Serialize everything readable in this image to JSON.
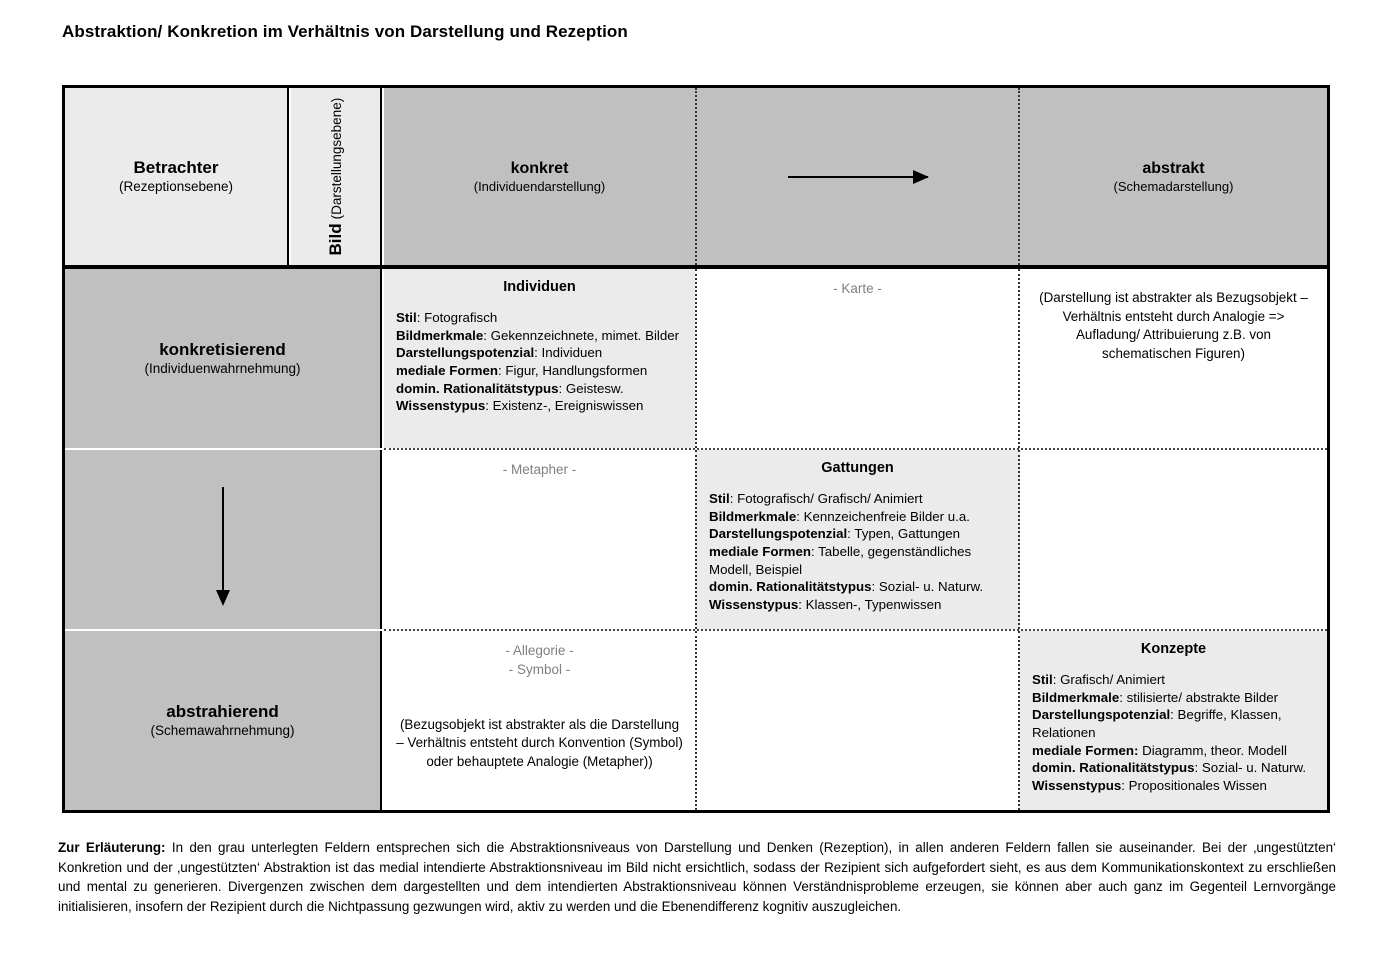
{
  "page_title": "Abstraktion/ Konkretion im Verhältnis von Darstellung und Rezeption",
  "colors": {
    "cell_gray": "#c0c0c0",
    "cell_light": "#ebebeb",
    "ghost_text": "#808080",
    "border": "#000000"
  },
  "header": {
    "betrachter": {
      "title": "Betrachter",
      "subtitle": "(Rezeptionsebene)"
    },
    "bild": {
      "title": "Bild",
      "subtitle": "(Darstellungsebene)"
    },
    "konkret": {
      "title": "konkret",
      "subtitle": "(Individuendarstellung)"
    },
    "middle_arrow": "arrow-right-icon",
    "abstrakt": {
      "title": "abstrakt",
      "subtitle": "(Schemadarstellung)"
    }
  },
  "rows": [
    {
      "label": {
        "title": "konkretisierend",
        "subtitle": "(Individuenwahrnehmung)"
      },
      "cells": {
        "konkret": {
          "title": "Individuen",
          "items": [
            {
              "key": "Stil",
              "value": "Fotografisch"
            },
            {
              "key": "Bildmerkmale",
              "value": "Gekennzeichnete, mimet. Bilder"
            },
            {
              "key": "Darstellungspotenzial",
              "value": "Individuen"
            },
            {
              "key": "mediale Formen",
              "value": "Figur, Handlungsformen"
            },
            {
              "key": "domin. Rationalitätstypus",
              "value": "Geistesw."
            },
            {
              "key": "Wissenstypus",
              "value": "Existenz-, Ereigniswissen"
            }
          ]
        },
        "middle": {
          "ghost": "- Karte -"
        },
        "abstrakt": {
          "note": "(Darstellung ist abstrakter als Bezugsobjekt – Verhältnis entsteht durch Analogie => Aufladung/ Attribuierung z.B. von schematischen Figuren)"
        }
      }
    },
    {
      "label": {
        "arrow": "arrow-down-icon"
      },
      "cells": {
        "konkret": {
          "ghost": "- Metapher -"
        },
        "middle": {
          "title": "Gattungen",
          "items": [
            {
              "key": "Stil",
              "value": "Fotografisch/ Grafisch/ Animiert"
            },
            {
              "key": "Bildmerkmale",
              "value": "Kennzeichenfreie Bilder u.a."
            },
            {
              "key": "Darstellungspotenzial",
              "value": "Typen, Gattungen"
            },
            {
              "key": "mediale Formen",
              "value": "Tabelle, gegenständliches Modell, Beispiel"
            },
            {
              "key": "domin. Rationalitätstypus",
              "value": "Sozial- u. Naturw."
            },
            {
              "key": "Wissenstypus",
              "value": "Klassen-, Typenwissen"
            }
          ]
        },
        "abstrakt": {}
      }
    },
    {
      "label": {
        "title": "abstrahierend",
        "subtitle": "(Schemawahrnehmung)"
      },
      "cells": {
        "konkret": {
          "ghost": "- Allegorie -\n- Symbol -",
          "note": "(Bezugsobjekt ist abstrakter als die Darstellung – Verhältnis entsteht durch Konvention (Symbol) oder behauptete Analogie (Metapher))"
        },
        "middle": {},
        "abstrakt": {
          "title": "Konzepte",
          "items": [
            {
              "key": "Stil",
              "value": "Grafisch/ Animiert"
            },
            {
              "key": "Bildmerkmale",
              "value": "stilisierte/ abstrakte Bilder"
            },
            {
              "key": "Darstellungspotenzial",
              "value": "Begriffe, Klassen, Relationen"
            },
            {
              "key": "mediale Formen:",
              "value": "Diagramm, theor. Modell"
            },
            {
              "key": "domin. Rationalitätstypus",
              "value": "Sozial- u. Naturw."
            },
            {
              "key": "Wissenstypus",
              "value": "Propositionales Wissen"
            }
          ]
        }
      }
    }
  ],
  "footnote": {
    "lead": "Zur Erläuterung:",
    "body": " In den grau unterlegten Feldern entsprechen sich die Abstraktionsniveaus von Darstellung und Denken (Rezeption), in allen anderen Feldern fallen sie auseinander. Bei der ‚ungestützten‘ Konkretion und der ‚ungestützten‘ Abstraktion ist das medial intendierte Abstraktionsniveau im Bild nicht ersichtlich, sodass der Rezipient sich aufgefordert sieht, es aus dem Kommunikationskontext zu erschließen und mental zu generieren. Divergenzen zwischen dem dargestellten und dem intendierten Abstraktionsniveau können Verständnisprobleme erzeugen, sie können aber auch ganz im Gegenteil Lernvorgänge initialisieren, insofern der Rezipient durch die Nichtpassung gezwungen wird, aktiv zu werden und die Ebenendifferenz kognitiv auszugleichen."
  }
}
